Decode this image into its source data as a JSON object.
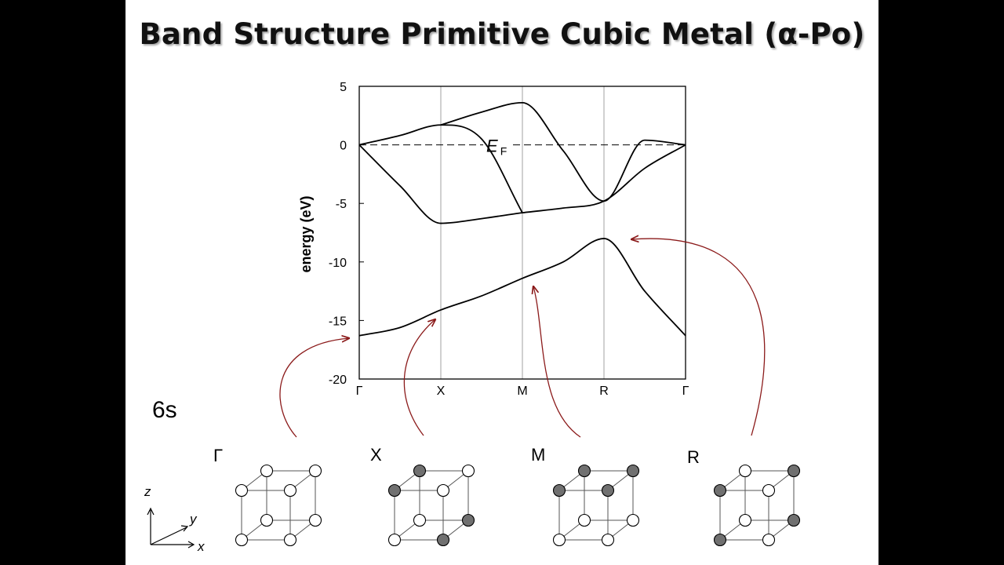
{
  "slide": {
    "title": "Band Structure Primitive Cubic Metal (α-Po)",
    "orbital_label": "6s"
  },
  "chart_data": {
    "type": "line",
    "ylabel": "energy (eV)",
    "ylim": [
      -20,
      5
    ],
    "yticks": [
      "5",
      "0",
      "-5",
      "-10",
      "-15",
      "-20"
    ],
    "kpoints": [
      "Γ",
      "X",
      "M",
      "R",
      "Γ"
    ],
    "fermi_level": {
      "energy": 0,
      "label_main": "E",
      "label_sub": "F"
    },
    "series": [
      {
        "values": [
          [
            0,
            -16.3
          ],
          [
            0.5,
            -15.6
          ],
          [
            1,
            -14.1
          ],
          [
            1.5,
            -12.9
          ],
          [
            2,
            -11.4
          ],
          [
            2.5,
            -10.0
          ],
          [
            3,
            -8.0
          ],
          [
            3.5,
            -12.5
          ],
          [
            4,
            -16.3
          ]
        ]
      },
      {
        "values": [
          [
            0,
            0
          ],
          [
            0.5,
            -3.5
          ],
          [
            1,
            -6.7
          ],
          [
            1.5,
            -6.3
          ],
          [
            2,
            -5.8
          ],
          [
            2.5,
            -5.4
          ],
          [
            3,
            -4.8
          ],
          [
            3.5,
            -2.0
          ],
          [
            4,
            0
          ]
        ]
      },
      {
        "values": [
          [
            0,
            0
          ],
          [
            0.5,
            0.8
          ],
          [
            1,
            1.7
          ],
          [
            1.5,
            0.5
          ],
          [
            2,
            -5.8
          ]
        ]
      },
      {
        "values": [
          [
            1,
            1.7
          ],
          [
            1.5,
            2.8
          ],
          [
            2,
            3.6
          ],
          [
            2.5,
            -0.5
          ],
          [
            3,
            -4.8
          ],
          [
            3.5,
            0.4
          ],
          [
            4,
            0
          ]
        ]
      }
    ],
    "grid": "vertical lines at k-points"
  },
  "cubes": [
    {
      "label": "Γ",
      "filled": [
        false,
        false,
        false,
        false,
        false,
        false,
        false,
        false
      ]
    },
    {
      "label": "X",
      "filled": [
        false,
        true,
        true,
        false,
        false,
        true,
        true,
        false
      ]
    },
    {
      "label": "M",
      "filled": [
        false,
        false,
        true,
        true,
        false,
        false,
        true,
        true
      ]
    },
    {
      "label": "R",
      "filled": [
        true,
        false,
        true,
        false,
        false,
        true,
        false,
        true
      ]
    }
  ],
  "axes_icon": {
    "z": "z",
    "y": "y",
    "x": "x"
  },
  "colors": {
    "arrow": "#8b1a1a",
    "filled_atom": "#707070",
    "gridline": "#a0a0a0"
  }
}
